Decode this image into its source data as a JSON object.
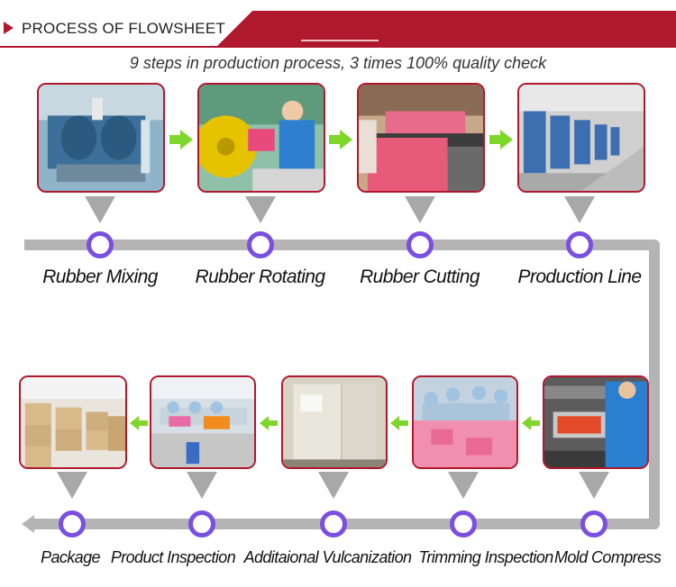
{
  "header": {
    "title": "PROCESS OF FLOWSHEET",
    "accent_color": "#b0182d"
  },
  "subtitle": "9 steps in production process, 3 times 100% quality check",
  "steps_top": [
    {
      "label": "Rubber Mixing",
      "icon": "rubber-mixing-photo"
    },
    {
      "label": "Rubber Rotating",
      "icon": "rubber-rotating-photo"
    },
    {
      "label": "Rubber Cutting",
      "icon": "rubber-cutting-photo"
    },
    {
      "label": "Production Line",
      "icon": "production-line-photo"
    }
  ],
  "steps_bottom": [
    {
      "label": "Package",
      "icon": "package-photo"
    },
    {
      "label": "Product Inspection",
      "icon": "product-inspection-photo"
    },
    {
      "label": "Additaional Vulcanization",
      "icon": "vulcanization-photo"
    },
    {
      "label": "Trimming Inspection",
      "icon": "trimming-inspection-photo"
    },
    {
      "label": "Mold Compress",
      "icon": "mold-compress-photo"
    }
  ],
  "colors": {
    "frame": "#b0182d",
    "node_ring": "#7b4fe0",
    "track": "#b4b4b4",
    "arrow": "#7fd62a"
  }
}
